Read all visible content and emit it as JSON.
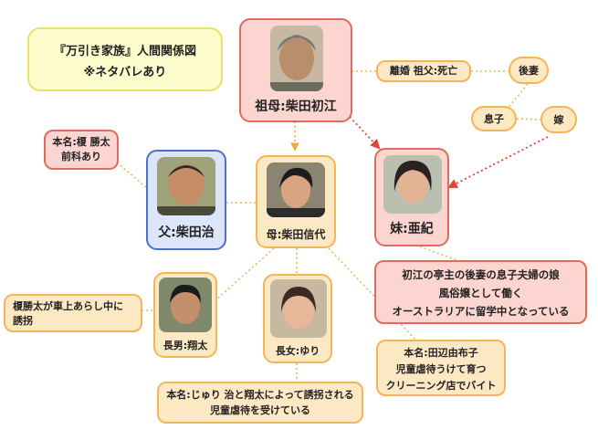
{
  "title": {
    "line1": "『万引き家族』人間関係図",
    "line2": "※ネタバレあり"
  },
  "people": {
    "grandmother": "祖母:柴田初江",
    "father": "父:柴田治",
    "mother": "母:柴田信代",
    "sister": "妹:亜紀",
    "son": "長男:翔太",
    "daughter": "長女:ゆり"
  },
  "notes": {
    "father_real_name": [
      "本名:榎 勝太",
      "前科あり"
    ],
    "grandfather": "離婚 祖父:死亡",
    "second_wife": "後妻",
    "son_of_grandfather": "息子",
    "bride": "嫁",
    "sister_info": [
      "初江の亭主の後妻の息子夫婦の娘",
      "風俗嬢として働く",
      "オーストラリアに留学中となっている"
    ],
    "shota_info": [
      "榎勝太が車上あらし中に",
      "誘拐"
    ],
    "mother_real_name": [
      "本名:田辺由布子",
      "児童虐待うけて育つ",
      "クリーニング店でバイト"
    ],
    "yuri_info": [
      "本名:じゅり 治と翔太によって誘拐される",
      "児童虐待を受けている"
    ]
  },
  "colors": {
    "orange_fill": "#fde8c4",
    "orange_border": "#f3b557",
    "red_fill": "#fdd5d0",
    "red_border": "#e06a5f",
    "blue_border": "#4a6fd1",
    "yellow_border": "#e9e06a"
  }
}
